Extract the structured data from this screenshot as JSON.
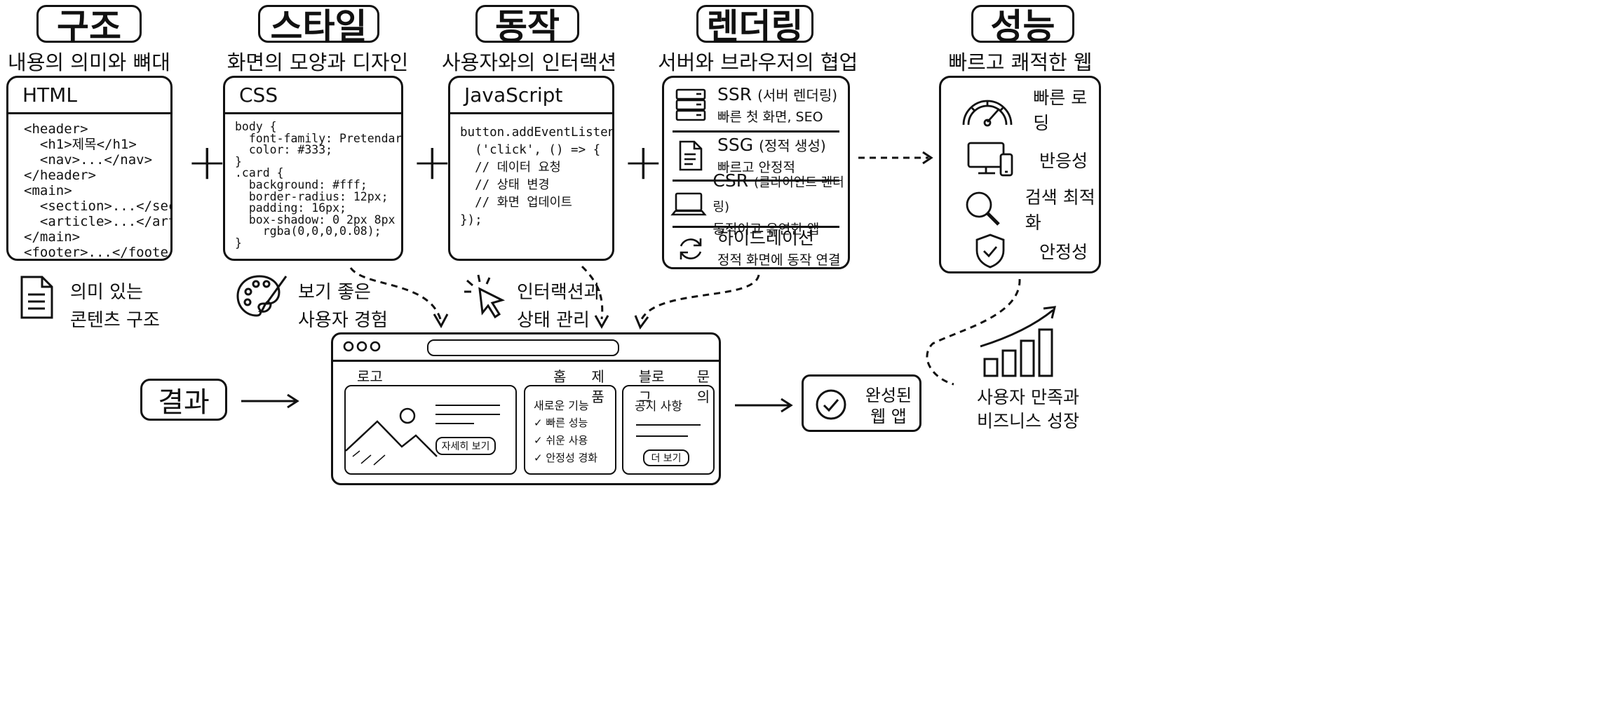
{
  "columns": [
    {
      "title": "구조",
      "subtitle": "내용의 의미와 뼈대",
      "card_title": "HTML",
      "code": "<header>\n  <h1>제목</h1>\n  <nav>...</nav>\n</header>\n<main>\n  <section>...</section>\n  <article>...</article>\n</main>\n<footer>...</footer>",
      "note": [
        "의미 있는",
        "콘텐츠 구조"
      ],
      "note_icon": "document-icon"
    },
    {
      "title": "스타일",
      "subtitle": "화면의 모양과 디자인",
      "card_title": "CSS",
      "code": "body {\n  font-family: Pretendard;\n  color: #333;\n}\n.card {\n  background: #fff;\n  border-radius: 12px;\n  padding: 16px;\n  box-shadow: 0 2px 8px\n    rgba(0,0,0,0.08);\n}",
      "note": [
        "보기 좋은",
        "사용자 경험"
      ],
      "note_icon": "palette-icon"
    },
    {
      "title": "동작",
      "subtitle": "사용자와의 인터랙션",
      "card_title": "JavaScript",
      "code": "button.addEventListener\n  ('click', () => {\n  // 데이터 요청\n  // 상태 변경\n  // 화면 업데이트\n});",
      "note": [
        "인터랙션과",
        "상태 관리"
      ],
      "note_icon": "cursor-click-icon"
    },
    {
      "title": "렌더링",
      "subtitle": "서버와 브라우저의 협업"
    },
    {
      "title": "성능",
      "subtitle": "빠르고 쾌적한 웹"
    }
  ],
  "rendering_items": [
    {
      "title": "SSR",
      "title_suffix": "(서버 렌더링)",
      "desc": "빠른 첫 화면, SEO",
      "icon": "server-icon"
    },
    {
      "title": "SSG",
      "title_suffix": "(정적 생성)",
      "desc": "빠르고 안정적",
      "icon": "file-icon"
    },
    {
      "title": "CSR",
      "title_suffix": "(클라이언트 렌더링)",
      "desc": "동적이고 유연한 앱",
      "icon": "laptop-icon"
    },
    {
      "title": "하이드레이션",
      "title_suffix": "",
      "desc": "정적 화면에 동작 연결",
      "icon": "refresh-icon"
    }
  ],
  "performance_items": [
    {
      "label": "빠른 로딩",
      "icon": "speedometer-icon"
    },
    {
      "label": "반응성",
      "icon": "devices-icon"
    },
    {
      "label": "검색 최적화",
      "icon": "magnifier-icon"
    },
    {
      "label": "안정성",
      "icon": "shield-check-icon"
    }
  ],
  "result": {
    "label": "결과",
    "browser": {
      "logo": "로고",
      "nav": [
        "홈",
        "제품",
        "블로그",
        "문의"
      ],
      "hero_button": "자세히 보기",
      "features_title": "새로운 기능",
      "features": [
        "빠른 성능",
        "쉬운 사용",
        "안정성 경화"
      ],
      "notice_title": "공지 사항",
      "notice_button": "더 보기"
    },
    "final_label": [
      "완성된",
      "웹 앱"
    ],
    "growth_label": [
      "사용자 만족과",
      "비즈니스 성장"
    ]
  }
}
